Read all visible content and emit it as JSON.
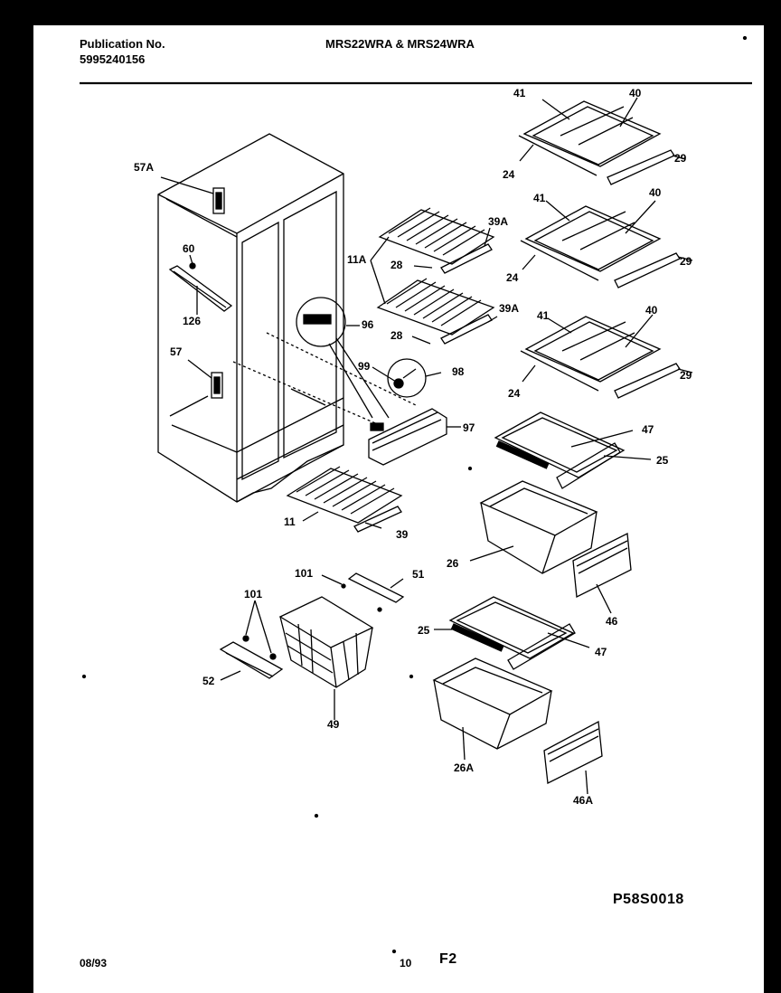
{
  "header": {
    "publication_label": "Publication No.",
    "publication_number": "5995240156",
    "models": "MRS22WRA & MRS24WRA"
  },
  "footer": {
    "date": "08/93",
    "page_number": "10",
    "section": "F2",
    "diagram_code": "P58S0018"
  },
  "callouts": {
    "c57A": "57A",
    "c60": "60",
    "c126": "126",
    "c57": "57",
    "c11A": "11A",
    "c28a": "28",
    "c39Aa": "39A",
    "c28b": "28",
    "c39Ab": "39A",
    "c96": "96",
    "c99": "99",
    "c98": "98",
    "c97": "97",
    "c11": "11",
    "c39": "39",
    "c41a": "41",
    "c40a": "40",
    "c24a": "24",
    "c29a": "29",
    "c41b": "41",
    "c40b": "40",
    "c24b": "24",
    "c29b": "29",
    "c41c": "41",
    "c40c": "40",
    "c24c": "24",
    "c29c": "29",
    "c47a": "47",
    "c25a": "25",
    "c26": "26",
    "c46": "46",
    "c101a": "101",
    "c51": "51",
    "c101b": "101",
    "c52": "52",
    "c49": "49",
    "c25b": "25",
    "c47b": "47",
    "c26A": "26A",
    "c46A": "46A"
  }
}
